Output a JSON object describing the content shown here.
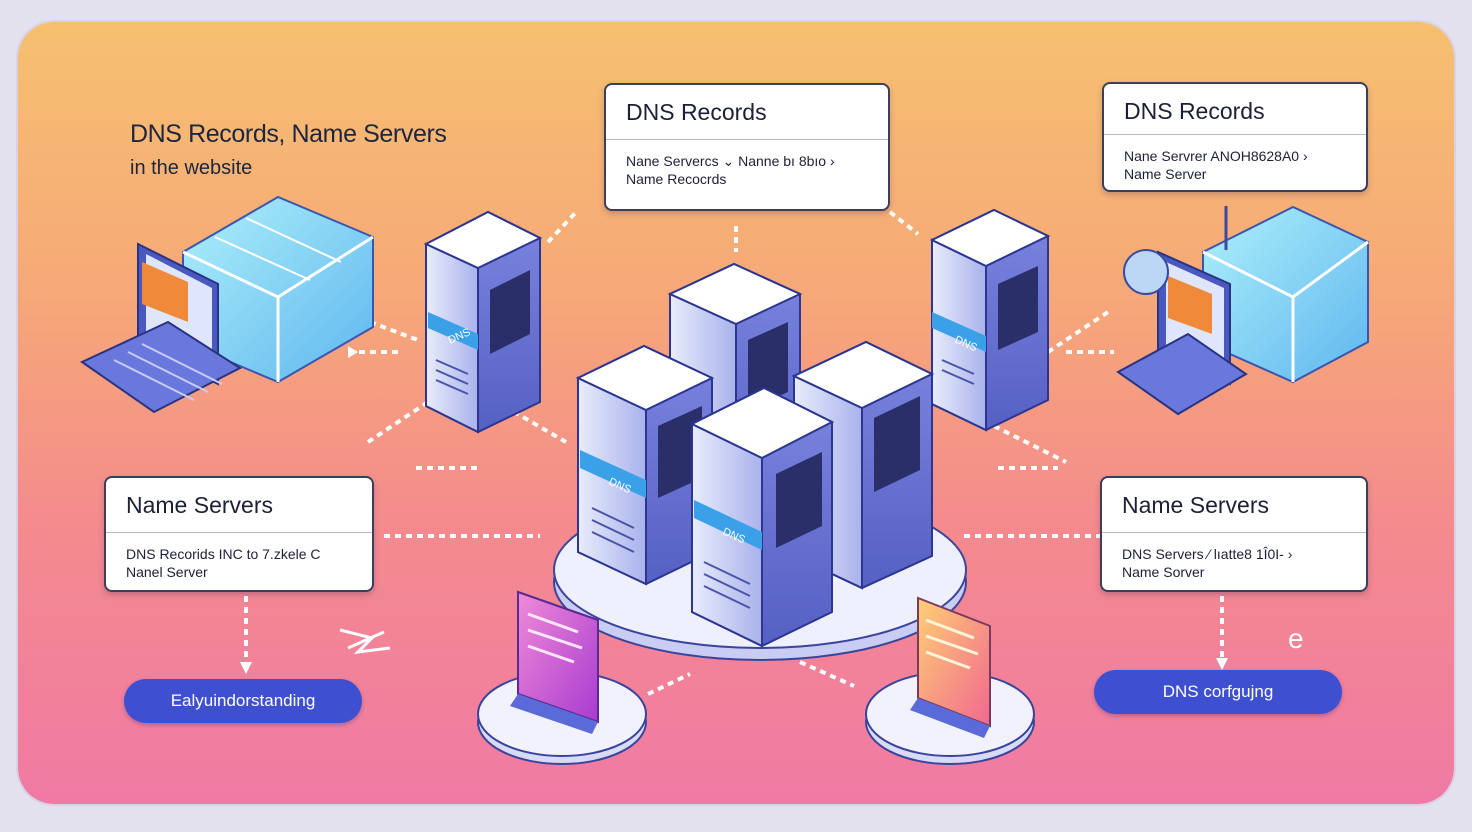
{
  "heading": {
    "line1": "DNS Records, Name Servers",
    "line2": "in the website"
  },
  "cards": {
    "top_center": {
      "title": "DNS Records",
      "line1": "Nane Servercs ⌄  Nanne bı 8bıo ›",
      "line2": "Name Recocrds"
    },
    "top_right": {
      "title": "DNS Records",
      "line1": "Nane Servrer  ANOH8628A0 ›",
      "line2": "Name Server"
    },
    "bottom_left": {
      "title": "Name Servers",
      "line1": "DNS Recorids  INC to 7.zkele  C",
      "line2": "Nanel Server"
    },
    "bottom_right": {
      "title": "Name Servers",
      "line1": "DNS Servers  ⁄ lıatte8  1Î0I- ›",
      "line2": "Name Sorver"
    }
  },
  "buttons": {
    "left": "Ealyuindorstanding",
    "right": "DNS corfgujng"
  },
  "server_labels": {
    "left_tower": "DNS",
    "right_tower": "DNS",
    "center_left": "DNS",
    "center_front": "DNS"
  },
  "decor_glyph": "e",
  "colors": {
    "button": "#3e4fcf",
    "server_body": "#6d78d8",
    "server_top": "#ffffff",
    "data_block": "#6fd0f0",
    "screen_accent": "#f08a3a"
  }
}
